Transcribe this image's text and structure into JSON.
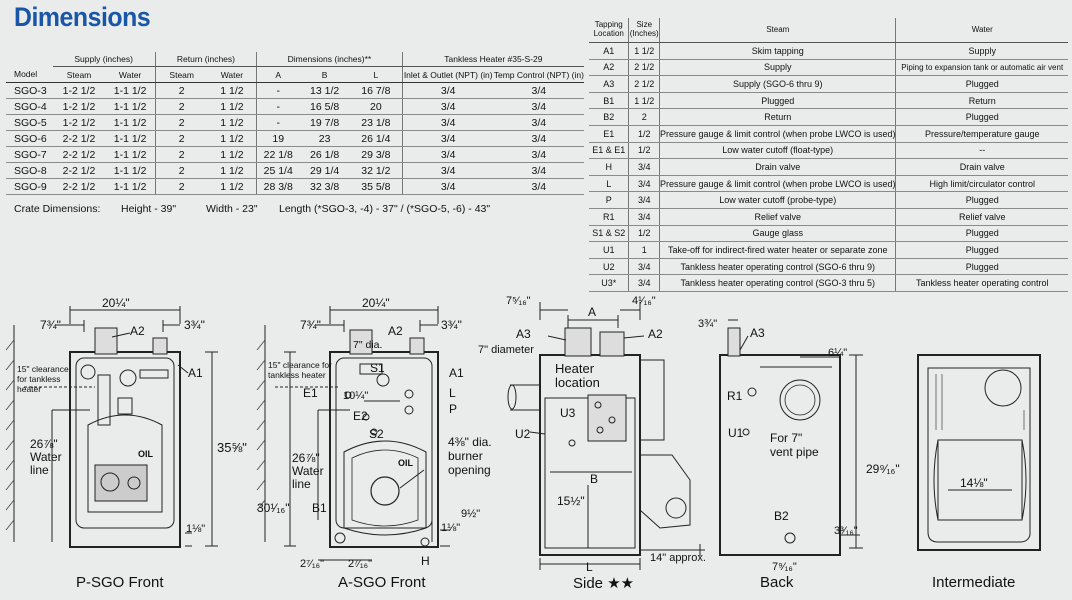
{
  "title": "Dimensions",
  "specs": {
    "groups": [
      "Supply (inches)",
      "Return (inches)",
      "Dimensions (inches)**",
      "Tankless Heater #35-S-29"
    ],
    "columns": [
      "Model",
      "Steam",
      "Water",
      "Steam",
      "Water",
      "A",
      "B",
      "L",
      "Inlet & Outlet (NPT) (in)",
      "Temp Control (NPT) (in)"
    ],
    "rows": [
      [
        "SGO-3",
        "1-2 1/2",
        "1-1 1/2",
        "2",
        "1 1/2",
        "-",
        "13 1/2",
        "16 7/8",
        "3/4",
        "3/4"
      ],
      [
        "SGO-4",
        "1-2 1/2",
        "1-1 1/2",
        "2",
        "1 1/2",
        "-",
        "16 5/8",
        "20",
        "3/4",
        "3/4"
      ],
      [
        "SGO-5",
        "1-2 1/2",
        "1-1 1/2",
        "2",
        "1 1/2",
        "-",
        "19 7/8",
        "23 1/8",
        "3/4",
        "3/4"
      ],
      [
        "SGO-6",
        "2-2 1/2",
        "1-1 1/2",
        "2",
        "1 1/2",
        "19",
        "23",
        "26 1/4",
        "3/4",
        "3/4"
      ],
      [
        "SGO-7",
        "2-2 1/2",
        "1-1 1/2",
        "2",
        "1 1/2",
        "22 1/8",
        "26 1/8",
        "29 3/8",
        "3/4",
        "3/4"
      ],
      [
        "SGO-8",
        "2-2 1/2",
        "1-1 1/2",
        "2",
        "1 1/2",
        "25 1/4",
        "29 1/4",
        "32 1/2",
        "3/4",
        "3/4"
      ],
      [
        "SGO-9",
        "2-2 1/2",
        "1-1 1/2",
        "2",
        "1 1/2",
        "28 3/8",
        "32 3/8",
        "35 5/8",
        "3/4",
        "3/4"
      ]
    ]
  },
  "crate": {
    "label": "Crate Dimensions:",
    "height": "Height - 39\"",
    "width": "Width - 23\"",
    "length": "Length (*SGO-3, -4) - 37\" / (*SGO-5, -6) - 43\""
  },
  "tappings": {
    "columns": [
      "Tapping Location",
      "Size (Inches)",
      "Steam",
      "Water"
    ],
    "rows": [
      [
        "A1",
        "1 1/2",
        "Skim tapping",
        "Supply"
      ],
      [
        "A2",
        "2 1/2",
        "Supply",
        "Piping to expansion tank or automatic air vent"
      ],
      [
        "A3",
        "2 1/2",
        "Supply (SGO-6 thru 9)",
        "Plugged"
      ],
      [
        "B1",
        "1 1/2",
        "Plugged",
        "Return"
      ],
      [
        "B2",
        "2",
        "Return",
        "Plugged"
      ],
      [
        "E1",
        "1/2",
        "Pressure gauge & limit control (when probe LWCO is used)",
        "Pressure/temperature gauge"
      ],
      [
        "E1 & E1",
        "1/2",
        "Low water cutoff (float-type)",
        "--"
      ],
      [
        "H",
        "3/4",
        "Drain valve",
        "Drain valve"
      ],
      [
        "L",
        "3/4",
        "Pressure gauge & limit control (when probe LWCO is used)",
        "High limit/circulator control"
      ],
      [
        "P",
        "3/4",
        "Low water cutoff (probe-type)",
        "Plugged"
      ],
      [
        "R1",
        "3/4",
        "Relief valve",
        "Relief valve"
      ],
      [
        "S1 & S2",
        "1/2",
        "Gauge glass",
        "Plugged"
      ],
      [
        "U1",
        "1",
        "Take-off for indirect-fired water heater or separate zone",
        "Plugged"
      ],
      [
        "U2",
        "3/4",
        "Tankless heater operating control (SGO-6 thru 9)",
        "Plugged"
      ],
      [
        "U3*",
        "3/4",
        "Tankless heater operating control (SGO-3 thru 5)",
        "Tankless heater operating control"
      ]
    ]
  },
  "drawings": {
    "p_front": {
      "caption": "P-SGO Front",
      "dims": [
        "20¼\"",
        "7¾\"",
        "3¾\"",
        "35⅝\"",
        "26⅞\"",
        "Water",
        "line",
        "1⅛\""
      ],
      "clearance": [
        "15\" clearance",
        "for tankless",
        "heater"
      ],
      "labels": [
        "A2",
        "A1",
        "OIL"
      ]
    },
    "a_front": {
      "caption": "A-SGO Front",
      "dims": [
        "20¼\"",
        "7¾\"",
        "3¾\"",
        "7\" dia.",
        "10¼\"",
        "26⅞\"",
        "Water",
        "line",
        "30¹⁄₁₆\"",
        "4⅜\" dia.",
        "burner",
        "opening",
        "9½\"",
        "1⅛\"",
        "2⁷⁄₁₆\"",
        "2⁷⁄₁₆\""
      ],
      "clearance": [
        "15\" clearance for",
        "tankless heater"
      ],
      "labels": [
        "A2",
        "S1",
        "A1",
        "L",
        "P",
        "E1",
        "E2",
        "S2",
        "B1",
        "H",
        "OIL"
      ]
    },
    "side": {
      "caption": "Side ★★",
      "dims": [
        "7⁵⁄₁₆\"",
        "4¹⁄₁₆\"",
        "A",
        "7\" diameter",
        "B",
        "15½\"",
        "14\" approx.",
        "L"
      ],
      "labels": [
        "A3",
        "A2",
        "U3",
        "U2",
        "Heater",
        "location"
      ]
    },
    "back": {
      "caption": "Back",
      "dims": [
        "3¾\"",
        "6¼\"",
        "29⁹⁄₁₆\"",
        "3³⁄₁₆\"",
        "7⁹⁄₁₆\""
      ],
      "labels": [
        "A3",
        "R1",
        "U1",
        "For 7\"",
        "vent pipe",
        "B2"
      ]
    },
    "intermediate": {
      "caption": "Intermediate",
      "dims": [
        "14⅛\""
      ]
    }
  }
}
